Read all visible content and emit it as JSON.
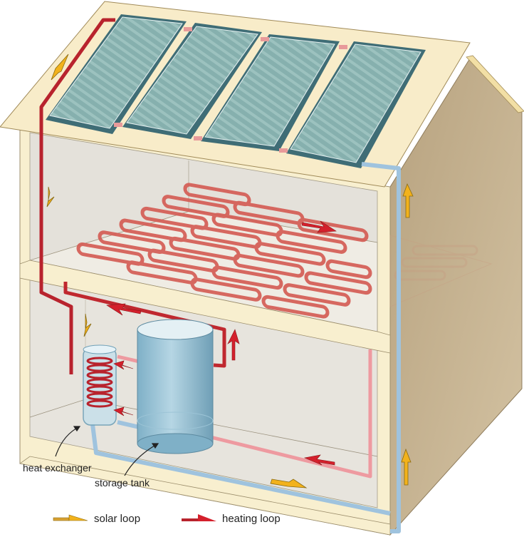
{
  "diagram": {
    "subject": "solar heating system in a house",
    "labels": {
      "heat_exchanger": "heat exchanger",
      "storage_tank": "storage tank"
    },
    "legend": [
      {
        "label": "solar loop",
        "color": "#f2b21c"
      },
      {
        "label": "heating loop",
        "color": "#d4202c"
      }
    ],
    "components": [
      "solar collector panels (4)",
      "radiant floor heating coils",
      "heat exchanger",
      "storage tank",
      "supply pipe",
      "return pipe"
    ],
    "colors": {
      "wall_front": "#f8efcf",
      "wall_side": "#ccb998",
      "interior": "#e6e3dc",
      "panel": "#7fa9a8",
      "panel_frame": "#3f6d76",
      "heating_pipe": "#c0282f",
      "heating_pipe_light": "#ef9a9a",
      "solar_pipe": "#9fc3de",
      "tank": "#8fbcd0"
    }
  }
}
